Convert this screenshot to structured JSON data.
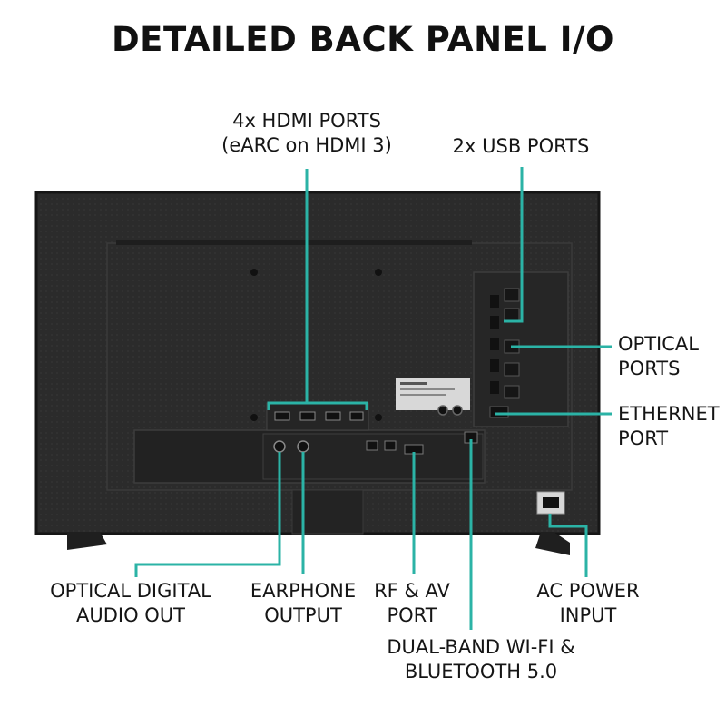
{
  "title": "DETAILED BACK PANEL I/O",
  "colors": {
    "accent": "#2bb3a6",
    "tv_body": "#2a2a2a",
    "tv_edge": "#1a1a1a",
    "background": "#ffffff"
  },
  "labels": {
    "hdmi": [
      "4x HDMI PORTS",
      "(eARC on HDMI 3)"
    ],
    "usb": [
      "2x USB PORTS"
    ],
    "optical_ports": [
      "OPTICAL",
      "PORTS"
    ],
    "ethernet": [
      "ETHERNET",
      "PORT"
    ],
    "optical_digital": [
      "OPTICAL DIGITAL",
      "AUDIO OUT"
    ],
    "earphone": [
      "EARPHONE",
      "OUTPUT"
    ],
    "rf_av": [
      "RF & AV",
      "PORT"
    ],
    "ac_power": [
      "AC POWER",
      "INPUT"
    ],
    "wifi": [
      "DUAL-BAND WI-FI &",
      "BLUETOOTH 5.0"
    ]
  }
}
